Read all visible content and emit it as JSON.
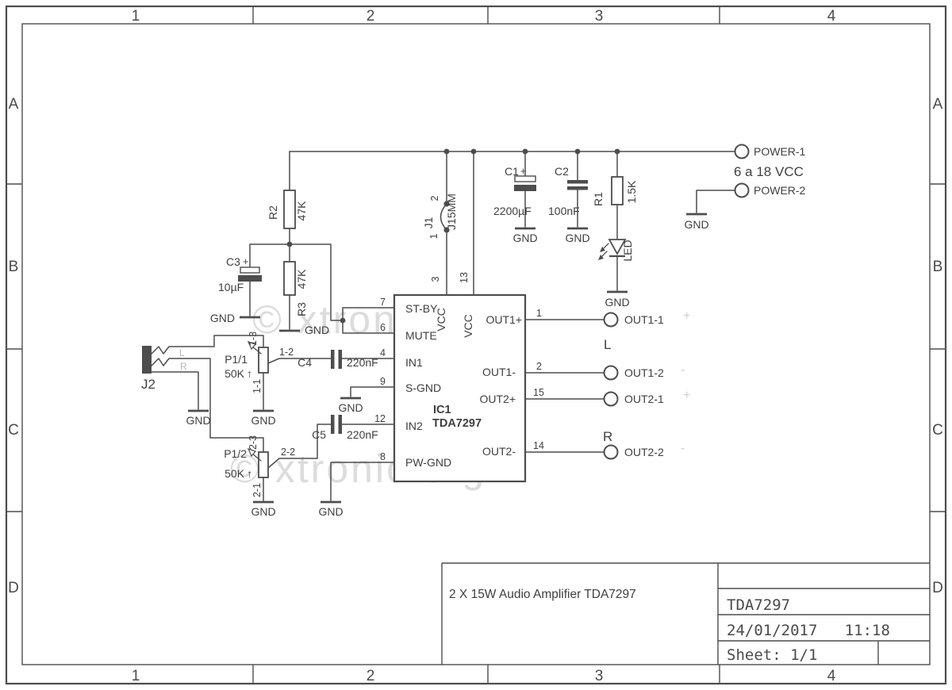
{
  "frame": {
    "cols": [
      "1",
      "2",
      "3",
      "4"
    ],
    "rows": [
      "A",
      "B",
      "C",
      "D"
    ]
  },
  "watermark": "© xtronic.org",
  "title_block": {
    "title": "2 X 15W Audio Amplifier TDA7297",
    "doc": "TDA7297",
    "date": "24/01/2017   11:18",
    "sheet": "Sheet: 1/1"
  },
  "power": {
    "p1": "POWER-1",
    "p2": "POWER-2",
    "range": "6 a 18 VCC"
  },
  "gnd": "GND",
  "ic": {
    "ref": "IC1",
    "part": "TDA7297",
    "vcc": "VCC",
    "pins": {
      "n7": "7",
      "stby": "ST-BY",
      "n6": "6",
      "mute": "MUTE",
      "n4": "4",
      "in1": "IN1",
      "n9": "9",
      "sgnd": "S-GND",
      "n12": "12",
      "in2": "IN2",
      "n8": "8",
      "pwgnd": "PW-GND",
      "n3": "3",
      "n13": "13",
      "n1": "1",
      "out1p": "OUT1+",
      "n2": "2",
      "out1m": "OUT1-",
      "n15": "15",
      "out2p": "OUT2+",
      "n14": "14",
      "out2m": "OUT2-"
    }
  },
  "outputs": {
    "o11": "OUT1-1",
    "o12": "OUT1-2",
    "o21": "OUT2-1",
    "o22": "OUT2-2",
    "left": "L",
    "right": "R",
    "plus": "+",
    "minus": "-"
  },
  "parts": {
    "r1": {
      "ref": "R1",
      "val": "1.5K"
    },
    "r2": {
      "ref": "R2",
      "val": "47K"
    },
    "r3": {
      "ref": "R3",
      "val": "47K"
    },
    "c1": {
      "ref": "C1",
      "pol": "+",
      "val": "2200µF"
    },
    "c2": {
      "ref": "C2",
      "val": "100nF"
    },
    "c3": {
      "ref": "C3",
      "pol": "+",
      "val": "10µF"
    },
    "c4": {
      "ref": "C4",
      "val": "220nF"
    },
    "c5": {
      "ref": "C5",
      "val": "220nF"
    },
    "p11": {
      "ref": "P1/1",
      "val": "50K",
      "arrow": "↑",
      "t": "1-3",
      "w": "1-2",
      "b": "1-1"
    },
    "p12": {
      "ref": "P1/2",
      "val": "50K",
      "arrow": "↑",
      "t": "2-3",
      "w": "2-2",
      "b": "2-1"
    },
    "j1": {
      "ref": "J1",
      "val": "J15MM",
      "p1": "1",
      "p2": "2"
    },
    "j2": {
      "ref": "J2"
    },
    "led": {
      "ref": "LED"
    }
  }
}
